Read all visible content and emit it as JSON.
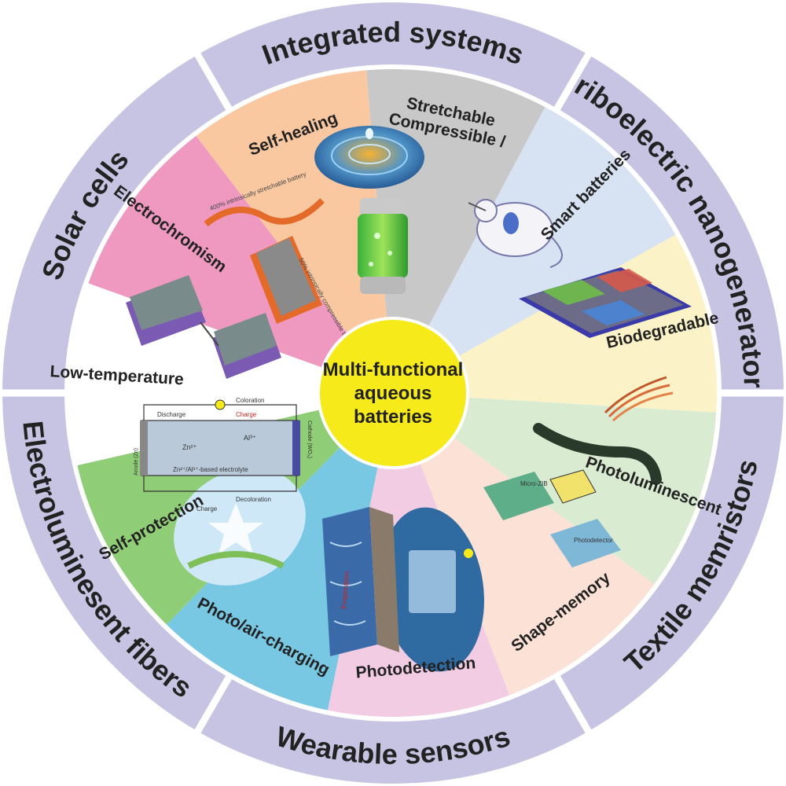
{
  "colors": {
    "outer_ring": "#c6c4e2",
    "ring_gap": "#ffffff",
    "center_circle": "#f6ea1a",
    "text": "#222222"
  },
  "center": {
    "lines": [
      "Multi-functional",
      "aqueous",
      "batteries"
    ]
  },
  "outer_ring": [
    {
      "id": "integrated",
      "label": "Integrated systems"
    },
    {
      "id": "triboelectric",
      "label": "Triboelectric nanogenerators"
    },
    {
      "id": "textile",
      "label": "Textile memristors"
    },
    {
      "id": "wearable",
      "label": "Wearable sensors"
    },
    {
      "id": "electroluminescent",
      "label": "Electroluminesent fibers"
    },
    {
      "id": "solar",
      "label": "Solar cells"
    }
  ],
  "wedges": [
    {
      "id": "smart-batteries",
      "lines": [
        "Smart batteries"
      ],
      "color": "#d7e3f3",
      "icon": "water-droplet-battery-icon"
    },
    {
      "id": "biodegradable",
      "lines": [
        "Biodegradable"
      ],
      "color": "#fbf2c7",
      "icon": "mouse-icon"
    },
    {
      "id": "photoluminescent",
      "lines": [
        "Photoluminescent"
      ],
      "color": "#d9ecd2",
      "icon": "pixel-panel-icon"
    },
    {
      "id": "shape-memory",
      "lines": [
        "Shape-memory"
      ],
      "color": "#fbe1d6",
      "icon": "fiber-battery-icon"
    },
    {
      "id": "photodetection",
      "lines": [
        "Photodetection"
      ],
      "color": "#f2cce3",
      "icon": "photodetector-icon"
    },
    {
      "id": "photo-air-charging",
      "lines": [
        "Photo/air-charging"
      ],
      "color": "#78c7e3",
      "icon": "charging-device-icon"
    },
    {
      "id": "self-protection",
      "lines": [
        "Self-protection"
      ],
      "color": "#8fcd76",
      "icon": "evaporation-layer-icon"
    },
    {
      "id": "low-temperature",
      "lines": [
        "Low-temperature"
      ],
      "color": "#ffffff",
      "icon": "ice-crystal-icon"
    },
    {
      "id": "electrochromism",
      "lines": [
        "Electrochromism"
      ],
      "color": "#ef98c0",
      "icon": "circuit-diagram-icon"
    },
    {
      "id": "self-healing",
      "lines": [
        "Self-healing"
      ],
      "color": "#f9c7a0",
      "icon": "broken-electrode-icon"
    },
    {
      "id": "compressible-stretchable",
      "lines": [
        "Compressible /",
        "Stretchable"
      ],
      "color": "#c8c8c8",
      "icon": "flexible-battery-icon"
    }
  ],
  "annotations": {
    "stretchable": "400% intrinsically stretchable battery",
    "compressible": "50% intrinsically compressible battery",
    "evaporation": "Evaporation",
    "micro_zib": "Micro-ZIB",
    "photodetector": "Photodetector",
    "discharge": "Discharge",
    "charge_top": "Charge",
    "coloration": "Coloration",
    "cathode": "Cathode (WO₃)",
    "anode": "Anode (Zn)",
    "electrolyte": "Zn²⁺/Al³⁺-based electrolyte",
    "decoloration": "Decoloration",
    "charge_bottom": "Charge",
    "ion_zn": "Zn²⁺",
    "ion_al": "Al³⁺"
  }
}
